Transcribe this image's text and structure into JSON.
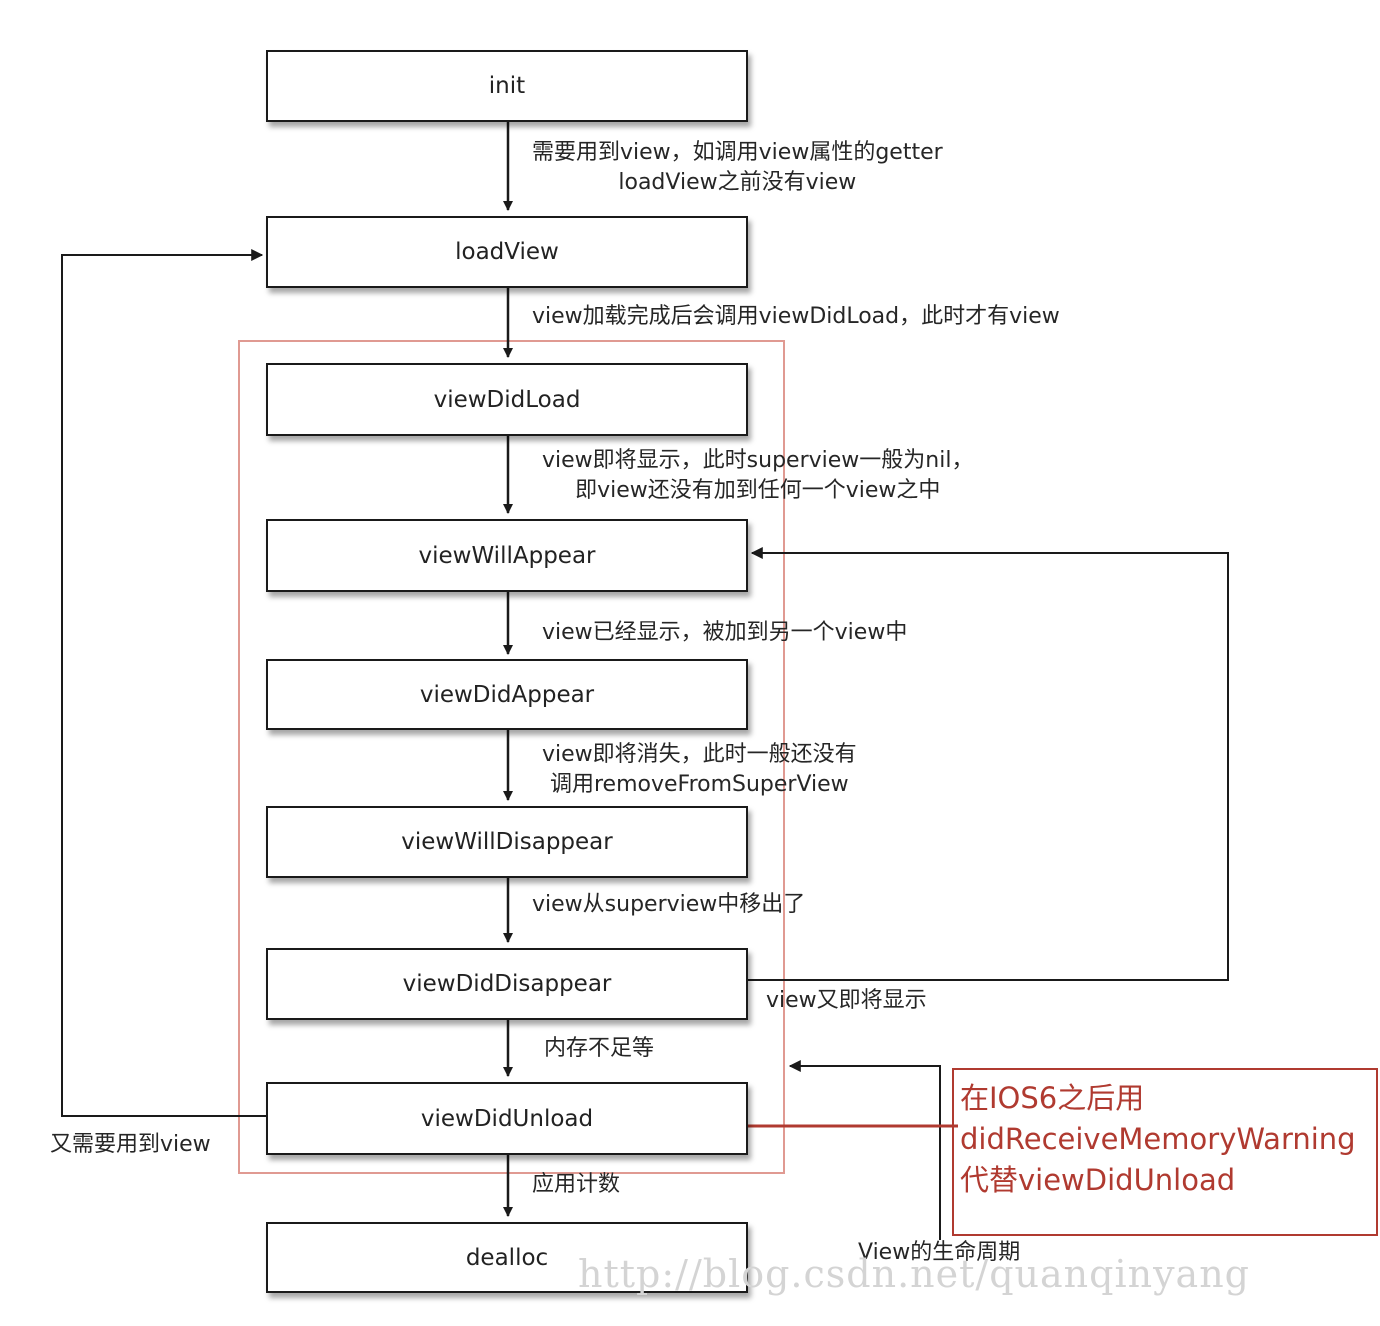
{
  "nodes": {
    "init": "init",
    "loadView": "loadView",
    "viewDidLoad": "viewDidLoad",
    "viewWillAppear": "viewWillAppear",
    "viewDidAppear": "viewDidAppear",
    "viewWillDisappear": "viewWillDisappear",
    "viewDidDisappear": "viewDidDisappear",
    "viewDidUnload": "viewDidUnload",
    "dealloc": "dealloc"
  },
  "edges": {
    "init_to_loadView": [
      "需要用到view，如调用view属性的getter",
      "loadView之前没有view"
    ],
    "loadView_to_viewDidLoad": "view加载完成后会调用viewDidLoad，此时才有view",
    "viewDidLoad_to_viewWillAppear": [
      "view即将显示，此时superview一般为nil，",
      "即view还没有加到任何一个view之中"
    ],
    "viewWillAppear_to_viewDidAppear": "view已经显示，被加到另一个view中",
    "viewDidAppear_to_viewWillDisappear": [
      "view即将消失，此时一般还没有",
      "调用removeFromSuperView"
    ],
    "viewWillDisappear_to_viewDidDisappear": "view从superview中移出了",
    "viewDidDisappear_to_viewDidUnload": "内存不足等",
    "viewDidUnload_to_dealloc": "应用计数",
    "viewDidDisappear_to_viewWillAppear": "view又即将显示",
    "viewDidUnload_to_loadView": "又需要用到view"
  },
  "annotation": {
    "lines": [
      "在IOS6之后用",
      "didReceiveMemoryWarning",
      "代替viewDidUnload"
    ],
    "color": "#b03a30"
  },
  "group_label": "View的生命周期",
  "watermark": "http://blog.csdn.net/quanqinyang",
  "colors": {
    "line": "#1a1a1a",
    "highlight": "#b03a30",
    "group_border": "#e09a92"
  }
}
